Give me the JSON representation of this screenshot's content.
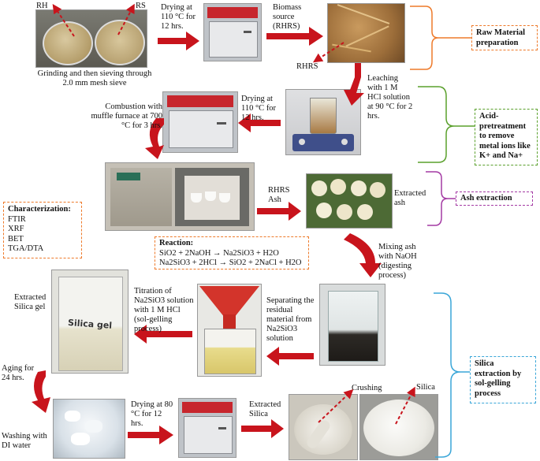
{
  "labels": {
    "rh": "RH",
    "rs": "RS",
    "grinding": "Grinding and then sieving through  2.0 mm mesh sieve",
    "drying1": "Drying at 110 °C for 12 hrs.",
    "biomass": "Biomass source (RHRS)",
    "rhrs": "RHRS",
    "leaching": "Leaching with 1 M HCl solution at 90 °C for 2 hrs.",
    "drying2": "Drying at 110 °C for 12 hrs.",
    "combustion": "Combustion with muffle furnace at 700 °C for 3 hrs.",
    "rhrs_ash": "RHRS Ash",
    "extracted_ash": "Extracted ash",
    "mixing": "Mixing ash with NaOH (digesting process)",
    "separating": "Separating the residual material from Na2SiO3 solution",
    "titration": "Titration of Na2SiO3 solution with 1 M HCl (sol-gelling process)",
    "extracted_gel": "Extracted Silica gel",
    "aging": "Aging  for 24 hrs.",
    "washing": "Washing with DI water",
    "drying3": "Drying at 80 °C  for 12 hrs.",
    "extracted_silica": "Extracted Silica",
    "crushing": "Crushing",
    "silica": "Silica",
    "beaker_text": "Silica gel"
  },
  "characterization": {
    "title": "Characterization:",
    "items": [
      "FTIR",
      "XRF",
      "BET",
      "TGA/DTA"
    ]
  },
  "reaction": {
    "title": "Reaction:",
    "eq1": "SiO2 + 2NaOH → Na2SiO3 + H2O",
    "eq2": "Na2SiO3 + 2HCl → SiO2 + 2NaCl + H2O"
  },
  "stages": {
    "raw": "Raw Material preparation",
    "acid": "Acid-pretreatment to remove metal ions like K+ and Na+",
    "ash": "Ash extraction",
    "silica": "Silica extraction by sol-gelling process"
  },
  "colors": {
    "arrow_red": "#c8141c",
    "raw": "#ee7a2a",
    "acid": "#5aa02c",
    "ash": "#a43aa4",
    "silica": "#3aa6d8"
  }
}
